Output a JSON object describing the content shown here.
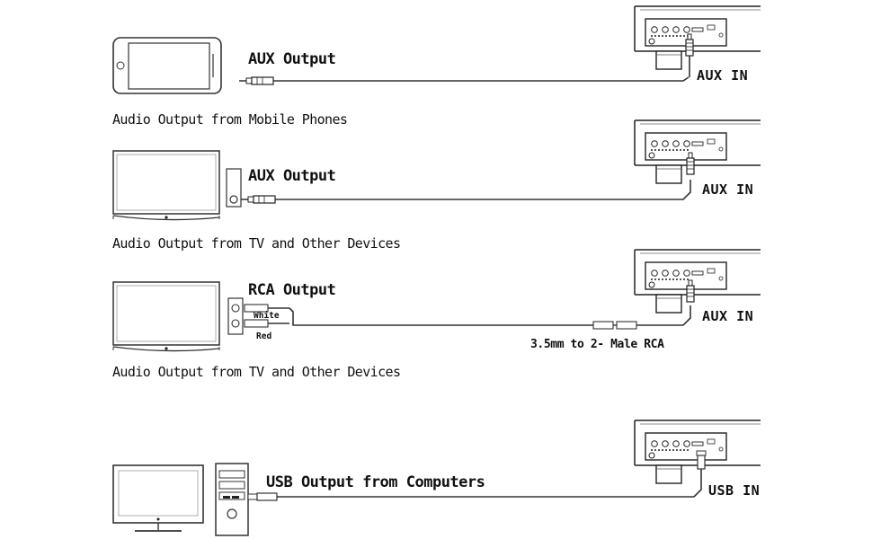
{
  "connections": [
    {
      "output_label": "AUX Output",
      "caption": "Audio Output from Mobile Phones",
      "input_label": "AUX IN"
    },
    {
      "output_label": "AUX Output",
      "caption": "Audio Output from TV and Other Devices",
      "input_label": "AUX IN"
    },
    {
      "output_label": "RCA Output",
      "caption": "Audio Output from TV and Other Devices",
      "input_label": "AUX IN",
      "plug_white": "White",
      "plug_red": "Red",
      "cable_note": "3.5mm to 2- Male RCA"
    },
    {
      "output_label": "USB Output from Computers",
      "input_label": "USB IN"
    }
  ]
}
